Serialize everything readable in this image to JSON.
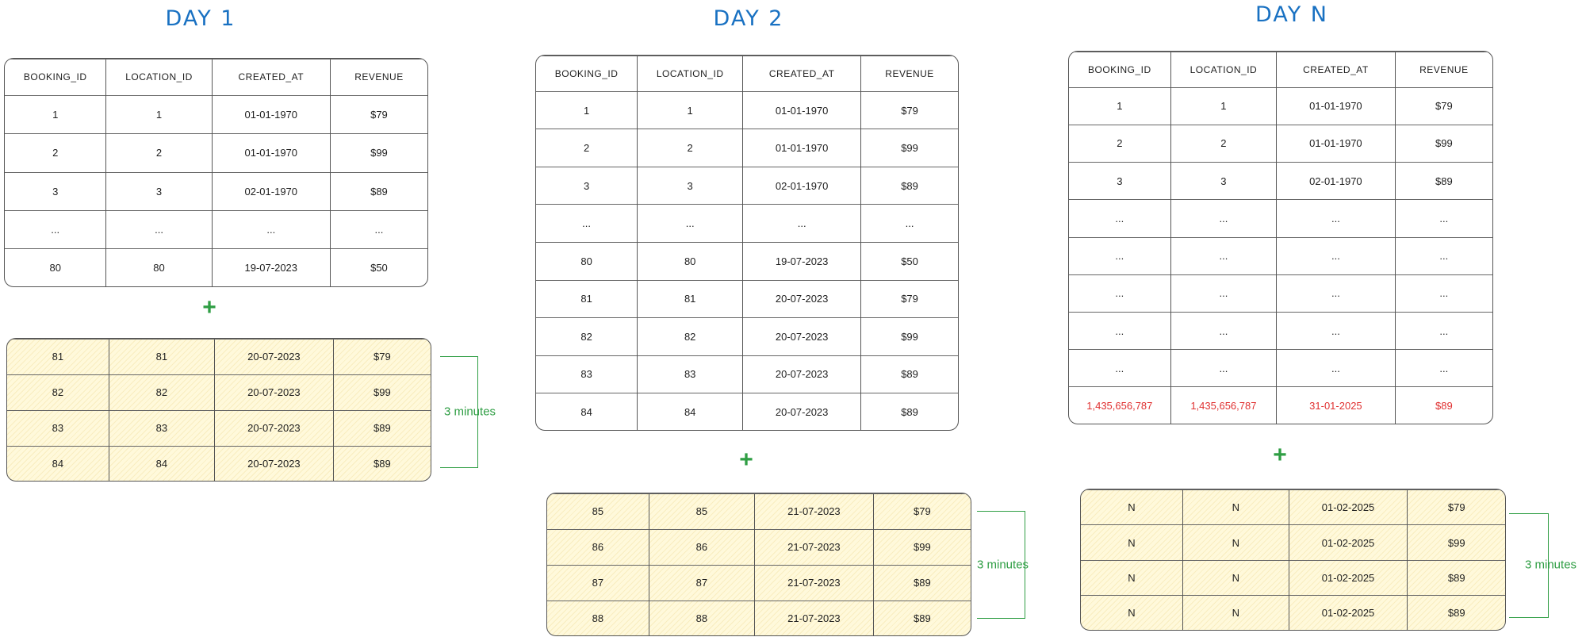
{
  "headers": [
    "BOOKING_ID",
    "LOCATION_ID",
    "CREATED_AT",
    "REVENUE"
  ],
  "colors": {
    "title": "#1971c2",
    "plus": "#2f9e44",
    "highlight": "#e03131",
    "increment_fill": "#fff9db"
  },
  "days": [
    {
      "title": "DAY 1",
      "rows": [
        [
          "1",
          "1",
          "01-01-1970",
          "$79"
        ],
        [
          "2",
          "2",
          "01-01-1970",
          "$99"
        ],
        [
          "3",
          "3",
          "02-01-1970",
          "$89"
        ],
        [
          "...",
          "...",
          "...",
          "..."
        ],
        [
          "80",
          "80",
          "19-07-2023",
          "$50"
        ]
      ],
      "plus": "+",
      "increment": [
        [
          "81",
          "81",
          "20-07-2023",
          "$79"
        ],
        [
          "82",
          "82",
          "20-07-2023",
          "$99"
        ],
        [
          "83",
          "83",
          "20-07-2023",
          "$89"
        ],
        [
          "84",
          "84",
          "20-07-2023",
          "$89"
        ]
      ],
      "duration": "3 minutes",
      "highlight_last_row": false
    },
    {
      "title": "DAY 2",
      "rows": [
        [
          "1",
          "1",
          "01-01-1970",
          "$79"
        ],
        [
          "2",
          "2",
          "01-01-1970",
          "$99"
        ],
        [
          "3",
          "3",
          "02-01-1970",
          "$89"
        ],
        [
          "...",
          "...",
          "...",
          "..."
        ],
        [
          "80",
          "80",
          "19-07-2023",
          "$50"
        ],
        [
          "81",
          "81",
          "20-07-2023",
          "$79"
        ],
        [
          "82",
          "82",
          "20-07-2023",
          "$99"
        ],
        [
          "83",
          "83",
          "20-07-2023",
          "$89"
        ],
        [
          "84",
          "84",
          "20-07-2023",
          "$89"
        ]
      ],
      "plus": "+",
      "increment": [
        [
          "85",
          "85",
          "21-07-2023",
          "$79"
        ],
        [
          "86",
          "86",
          "21-07-2023",
          "$99"
        ],
        [
          "87",
          "87",
          "21-07-2023",
          "$89"
        ],
        [
          "88",
          "88",
          "21-07-2023",
          "$89"
        ]
      ],
      "duration": "3 minutes",
      "highlight_last_row": false
    },
    {
      "title": "DAY N",
      "rows": [
        [
          "1",
          "1",
          "01-01-1970",
          "$79"
        ],
        [
          "2",
          "2",
          "01-01-1970",
          "$99"
        ],
        [
          "3",
          "3",
          "02-01-1970",
          "$89"
        ],
        [
          "...",
          "...",
          "...",
          "..."
        ],
        [
          "...",
          "...",
          "...",
          "..."
        ],
        [
          "...",
          "...",
          "...",
          "..."
        ],
        [
          "...",
          "...",
          "...",
          "..."
        ],
        [
          "...",
          "...",
          "...",
          "..."
        ],
        [
          "1,435,656,787",
          "1,435,656,787",
          "31-01-2025",
          "$89"
        ]
      ],
      "plus": "+",
      "increment": [
        [
          "N",
          "N",
          "01-02-2025",
          "$79"
        ],
        [
          "N",
          "N",
          "01-02-2025",
          "$99"
        ],
        [
          "N",
          "N",
          "01-02-2025",
          "$89"
        ],
        [
          "N",
          "N",
          "01-02-2025",
          "$89"
        ]
      ],
      "duration": "3 minutes",
      "highlight_last_row": true
    }
  ]
}
